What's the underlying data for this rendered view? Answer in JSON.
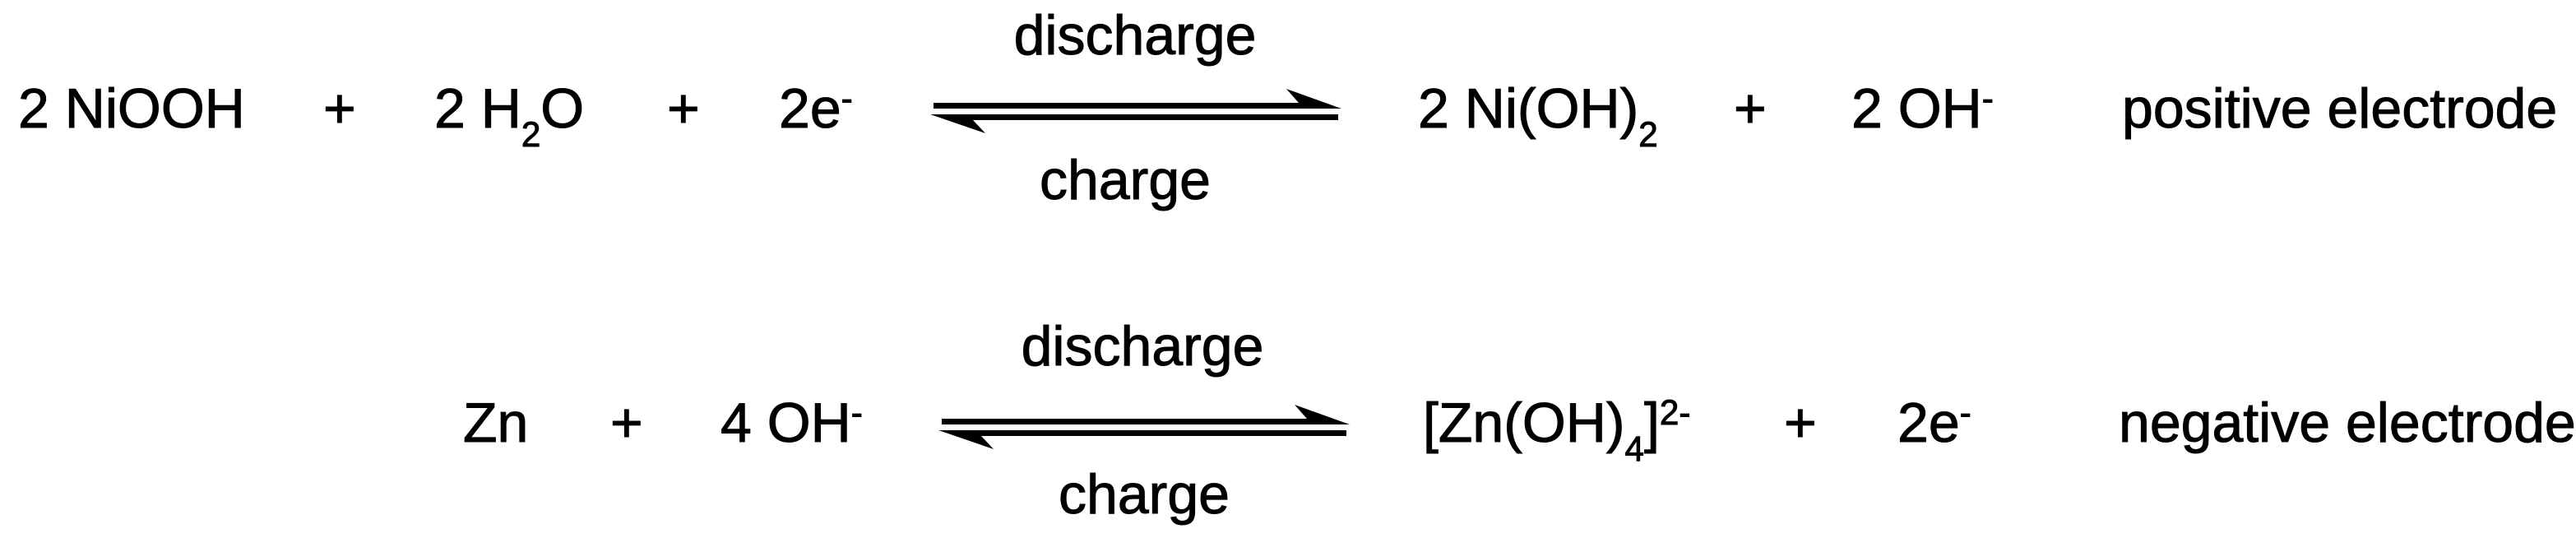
{
  "figure": {
    "type": "chemical-reaction-scheme",
    "colors": {
      "text": "#000000",
      "background": "#ffffff"
    }
  },
  "rows": [
    {
      "electrode": "positive electrode",
      "arrow_above": "discharge",
      "arrow_below": "charge",
      "plus": "+",
      "species": [
        {
          "name": "niooh",
          "parts": [
            {
              "t": "2 NiOOH"
            }
          ]
        },
        {
          "name": "water",
          "parts": [
            {
              "t": "2 H"
            },
            {
              "t": "2",
              "s": "sub"
            },
            {
              "t": "O"
            }
          ]
        },
        {
          "name": "electrons",
          "parts": [
            {
              "t": "2e"
            },
            {
              "t": "-",
              "s": "sup"
            }
          ]
        },
        {
          "name": "nioh2",
          "parts": [
            {
              "t": "2 Ni(OH)"
            },
            {
              "t": "2",
              "s": "sub"
            }
          ]
        },
        {
          "name": "hydroxide",
          "parts": [
            {
              "t": "2 OH"
            },
            {
              "t": "-",
              "s": "sup"
            }
          ]
        }
      ]
    },
    {
      "electrode": "negative electrode",
      "arrow_above": "discharge",
      "arrow_below": "charge",
      "plus": "+",
      "species": [
        {
          "name": "zinc",
          "parts": [
            {
              "t": "Zn"
            }
          ]
        },
        {
          "name": "hydroxide",
          "parts": [
            {
              "t": "4 OH"
            },
            {
              "t": "-",
              "s": "sup"
            }
          ]
        },
        {
          "name": "zincate",
          "parts": [
            {
              "t": "[Zn(OH)"
            },
            {
              "t": "4",
              "s": "sub"
            },
            {
              "t": "]"
            },
            {
              "t": "2-",
              "s": "sup"
            }
          ]
        },
        {
          "name": "electrons",
          "parts": [
            {
              "t": "2e"
            },
            {
              "t": "-",
              "s": "sup"
            }
          ]
        }
      ]
    }
  ]
}
